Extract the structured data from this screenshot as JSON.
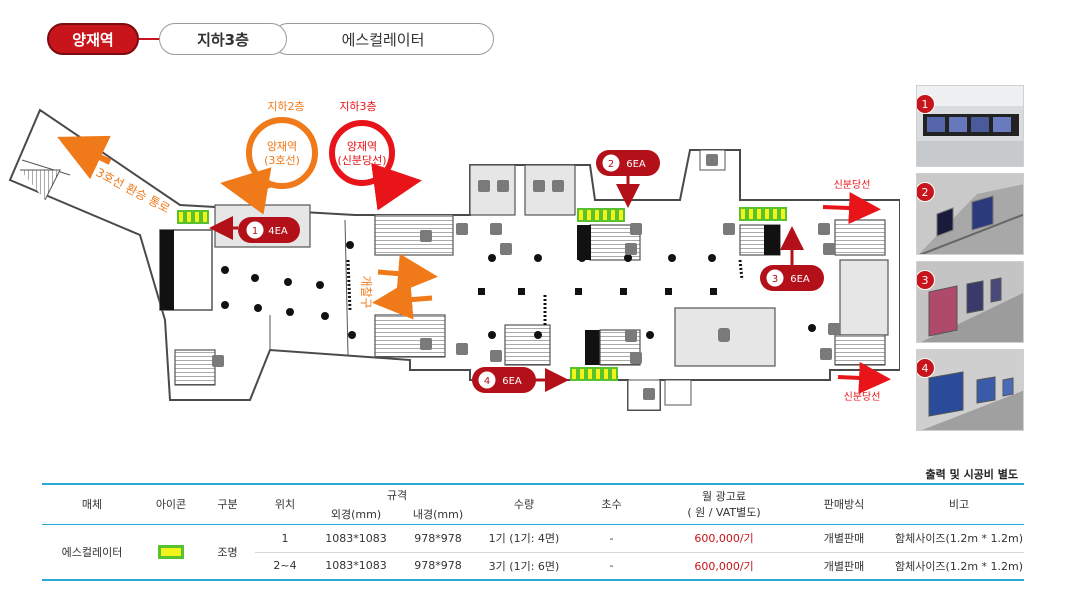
{
  "breadcrumb": {
    "station": "양재역",
    "floor": "지하3층",
    "media": "에스컬레이터"
  },
  "map": {
    "line3_label": "지하2층",
    "line3_name": "양재역",
    "line3_sub": "(3호선)",
    "sinbundang_label": "지하3층",
    "sinbundang_name": "양재역",
    "sinbundang_sub": "(신분당선)",
    "transfer_passage": "3호선 환승 통로",
    "gate": "개찰구",
    "exit_top": "신분당선",
    "exit_bottom": "신분당선",
    "markers": [
      {
        "num": "1",
        "count": "4EA"
      },
      {
        "num": "2",
        "count": "6EA"
      },
      {
        "num": "3",
        "count": "6EA"
      },
      {
        "num": "4",
        "count": "6EA"
      }
    ],
    "colors": {
      "accent": "#c8151b",
      "line3": "#f07a1a",
      "sinbundang": "#e8141a",
      "media_fill": "#f3f31a",
      "media_border": "#57c12e"
    }
  },
  "photos": [
    {
      "num": "1"
    },
    {
      "num": "2"
    },
    {
      "num": "3"
    },
    {
      "num": "4"
    }
  ],
  "note": "출력 및 시공비 별도",
  "table": {
    "headers": {
      "media": "매체",
      "icon": "아이콘",
      "type": "구분",
      "position": "위치",
      "spec": "규격",
      "outer": "외경(mm)",
      "inner": "내경(mm)",
      "quantity": "수량",
      "sides": "초수",
      "price_l1": "월 광고료",
      "price_l2": "( 원 / VAT별도)",
      "sales": "판매방식",
      "remarks": "비고"
    },
    "media_name": "에스컬레이터",
    "type_value": "조명",
    "rows": [
      {
        "position": "1",
        "outer": "1083*1083",
        "inner": "978*978",
        "quantity": "1기 (1기: 4면)",
        "sides": "-",
        "price": "600,000/기",
        "sales": "개별판매",
        "remarks": "함체사이즈(1.2m * 1.2m)"
      },
      {
        "position": "2~4",
        "outer": "1083*1083",
        "inner": "978*978",
        "quantity": "3기 (1기: 6면)",
        "sides": "-",
        "price": "600,000/기",
        "sales": "개별판매",
        "remarks": "함체사이즈(1.2m * 1.2m)"
      }
    ]
  }
}
